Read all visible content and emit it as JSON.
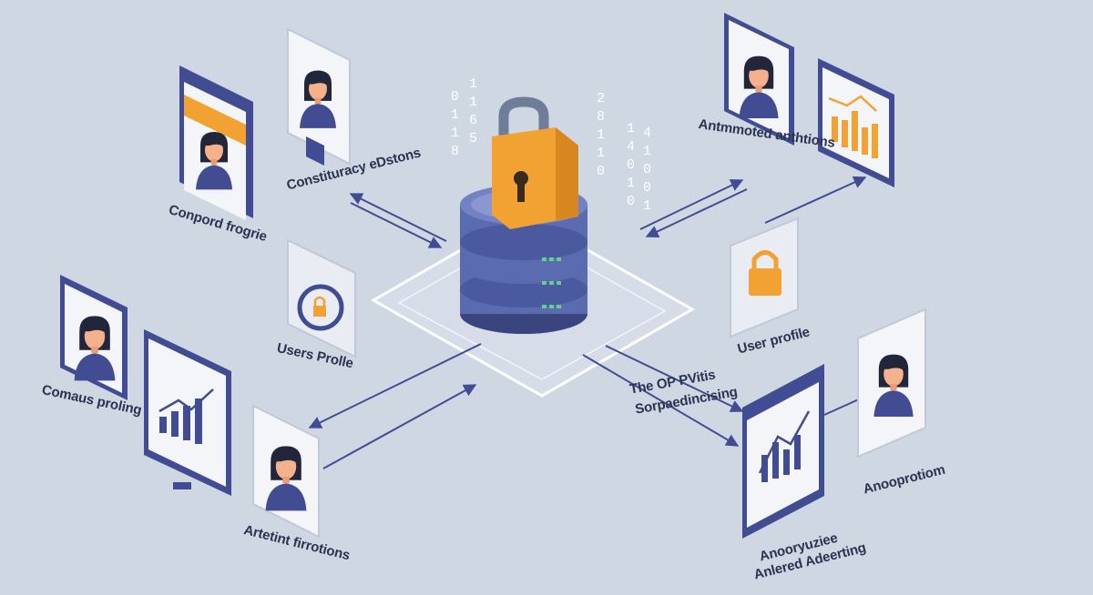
{
  "labels": {
    "compound_profile": "Conpord frogrie",
    "constituency_edition": "Constituracy eDstons",
    "users_profile": "Users Prolle",
    "campaign_profiling": "Comaus proling",
    "attribution_functions": "Artetint firrotions",
    "automated_analytics": "Antmmoted anthtions",
    "user_profile": "User profile",
    "processing_title": "The OP PVitis",
    "processing_subtitle": "Sorpaedincising",
    "anonymization": "Anooprotiom",
    "anonymized_advertising_1": "Anooryuziee",
    "anonymized_advertising_2": "Anlered Adeerting"
  },
  "binary_columns": {
    "col_a": "0 1 1 8",
    "col_b": "1 1 6 5",
    "col_c": "2 8 1 1 0",
    "col_d": "1 4 0 1 0",
    "col_e": "4 1 0 0 1"
  },
  "colors": {
    "background": "#cfd7e2",
    "navy": "#414c93",
    "lock_orange": "#f2a233",
    "server_blue": "#5a6bb0",
    "led_green": "#5fd38a",
    "panel_light": "#e9edf3"
  },
  "icons": [
    "padlock-icon",
    "server-stack-icon",
    "person-avatar-icon",
    "bar-chart-icon",
    "refresh-icon",
    "browser-window-icon"
  ]
}
